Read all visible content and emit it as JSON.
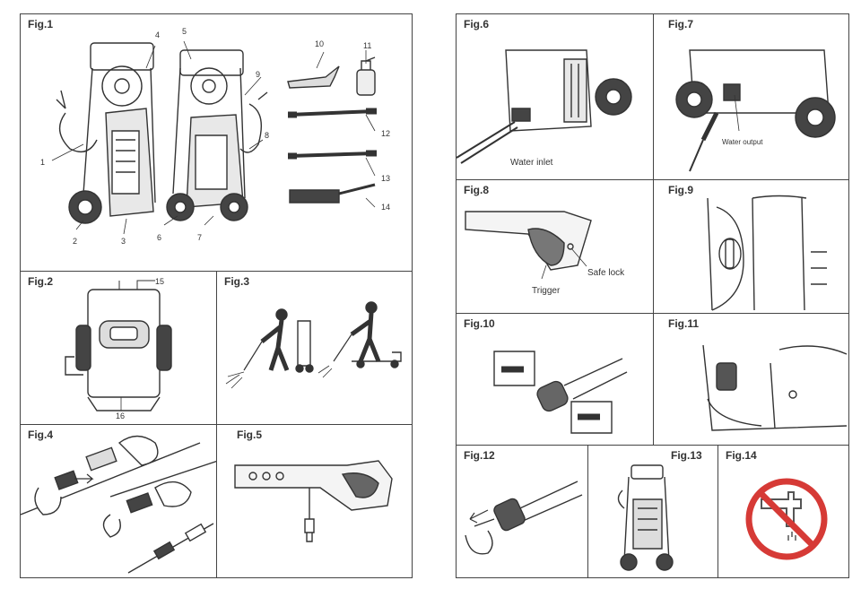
{
  "figures": {
    "fig1": {
      "label": "Fig.1",
      "callouts": [
        "1",
        "2",
        "3",
        "4",
        "5",
        "6",
        "7",
        "8",
        "9",
        "10",
        "11",
        "12",
        "13",
        "14"
      ]
    },
    "fig2": {
      "label": "Fig.2",
      "callouts": [
        "15",
        "16"
      ]
    },
    "fig3": {
      "label": "Fig.3"
    },
    "fig4": {
      "label": "Fig.4"
    },
    "fig5": {
      "label": "Fig.5"
    },
    "fig6": {
      "label": "Fig.6",
      "caption": "Water inlet"
    },
    "fig7": {
      "label": "Fig.7",
      "caption": "Water output"
    },
    "fig8": {
      "label": "Fig.8",
      "trigger": "Trigger",
      "safe_lock": "Safe lock"
    },
    "fig9": {
      "label": "Fig.9"
    },
    "fig10": {
      "label": "Fig.10"
    },
    "fig11": {
      "label": "Fig.11"
    },
    "fig12": {
      "label": "Fig.12"
    },
    "fig13": {
      "label": "Fig.13"
    },
    "fig14": {
      "label": "Fig.14"
    }
  }
}
